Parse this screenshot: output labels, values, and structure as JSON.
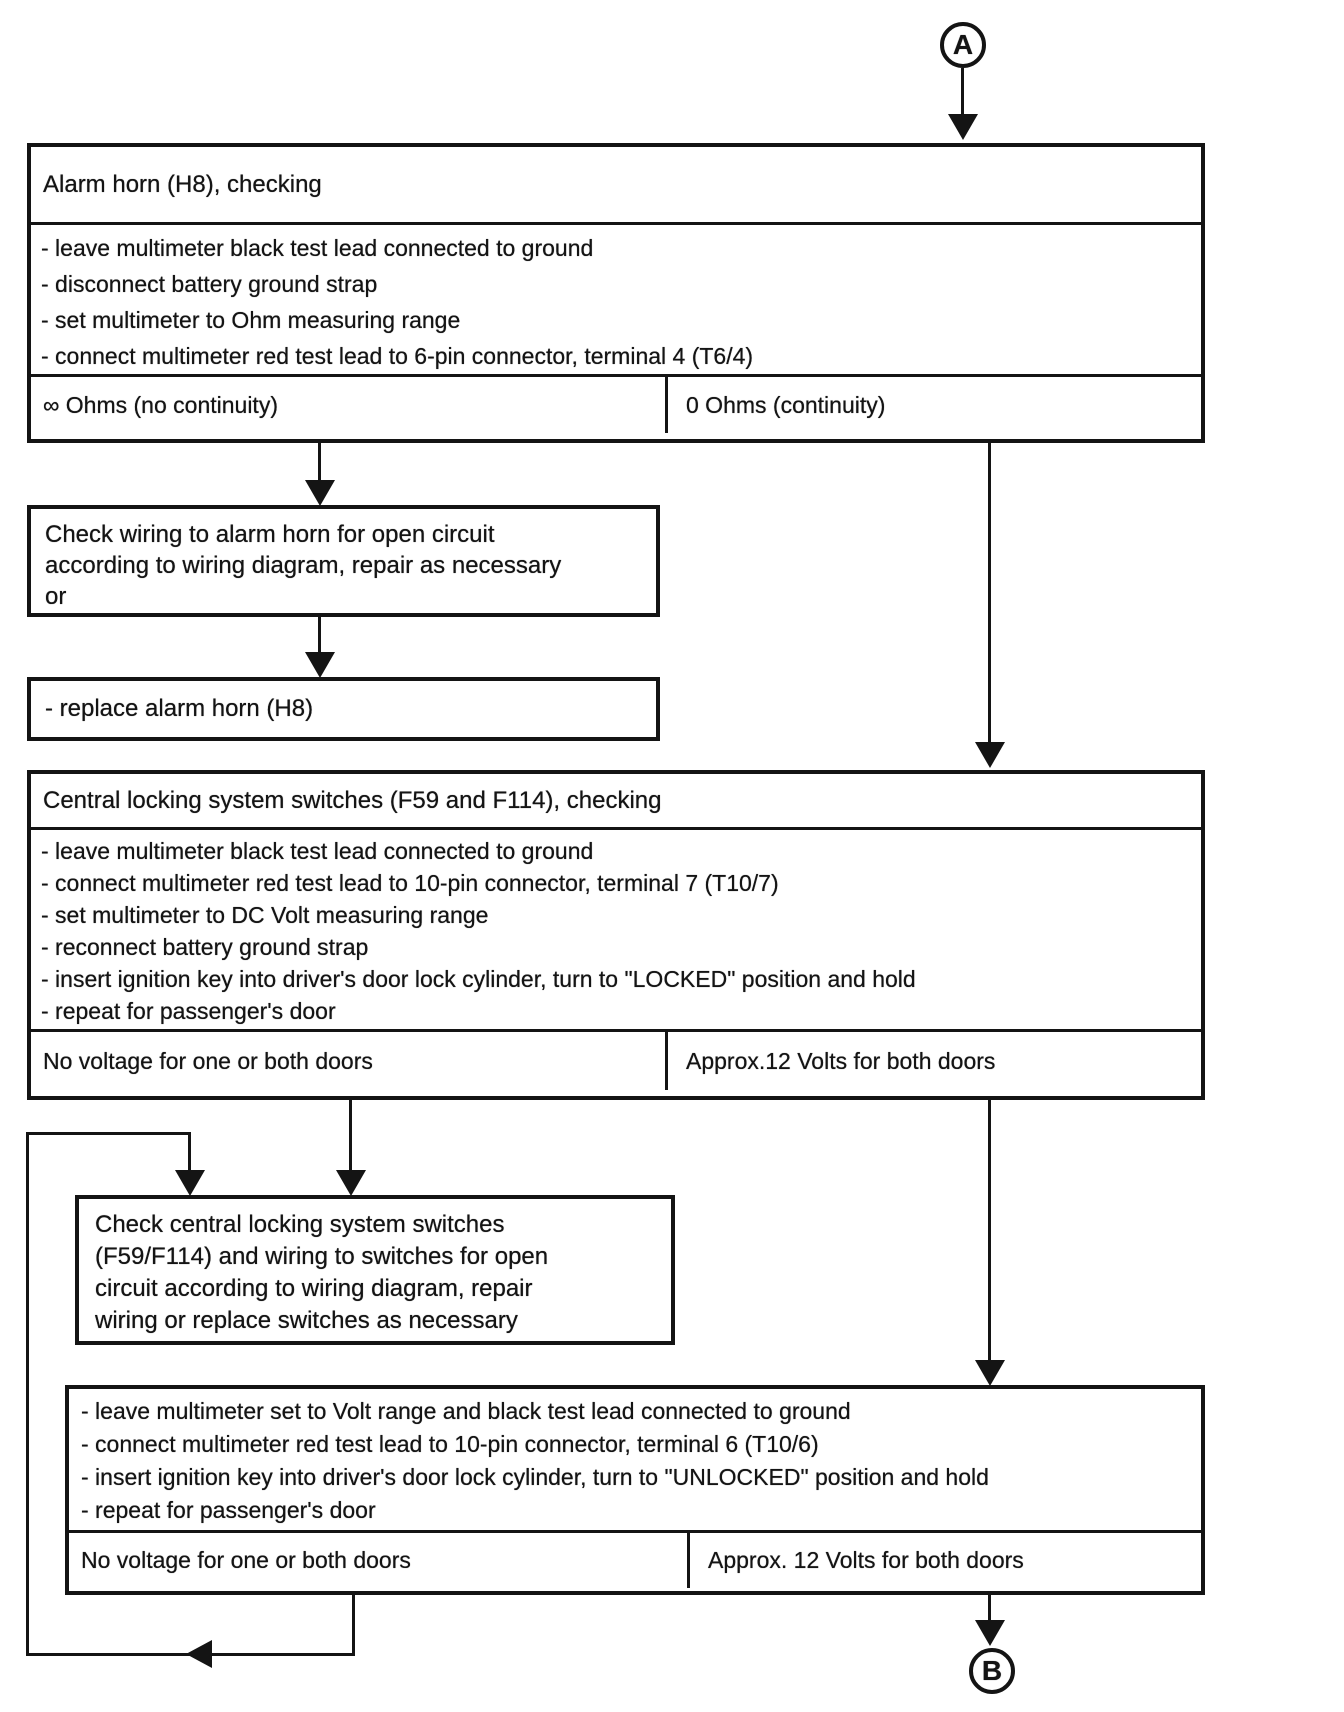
{
  "colors": {
    "ink": "#141414",
    "paper": "#ffffff"
  },
  "connectors": {
    "a_label": "A",
    "b_label": "B"
  },
  "alarm_horn": {
    "title": "Alarm horn (H8), checking",
    "steps": [
      "- leave multimeter black test lead connected to ground",
      "- disconnect battery ground strap",
      "- set multimeter to Ohm measuring range",
      "- connect multimeter red test lead to 6-pin connector, terminal 4 (T6/4)"
    ],
    "outcome_left": "∞ Ohms (no continuity)",
    "outcome_right": "0 Ohms (continuity)"
  },
  "check_wiring": {
    "lines": [
      "Check wiring to alarm horn for open circuit",
      "according to wiring diagram, repair as necessary",
      "or"
    ]
  },
  "replace_horn": {
    "text": "- replace alarm horn (H8)"
  },
  "central_locking": {
    "title": "Central locking system switches (F59 and F114), checking",
    "steps": [
      "- leave multimeter black test lead connected to ground",
      "- connect multimeter red test lead to 10-pin connector, terminal 7 (T10/7)",
      "- set multimeter to DC Volt measuring range",
      "- reconnect battery ground strap",
      "- insert ignition key into driver's door lock cylinder, turn to \"LOCKED\" position and hold",
      "- repeat for passenger's door"
    ],
    "outcome_left": "No voltage for one or both doors",
    "outcome_right": "Approx.12 Volts for both doors"
  },
  "check_switches": {
    "lines": [
      "Check central locking system switches",
      "(F59/F114) and wiring to switches for open",
      "circuit according to wiring diagram, repair",
      "wiring or replace switches as necessary"
    ]
  },
  "unlock_test": {
    "steps": [
      "- leave multimeter set to Volt range and black test lead connected to ground",
      "- connect multimeter red test lead to 10-pin connector, terminal 6 (T10/6)",
      "- insert ignition key into driver's door lock cylinder, turn to \"UNLOCKED\" position and hold",
      "- repeat for passenger's door"
    ],
    "outcome_left": "No voltage for one or both doors",
    "outcome_right": "Approx. 12 Volts for both doors"
  }
}
